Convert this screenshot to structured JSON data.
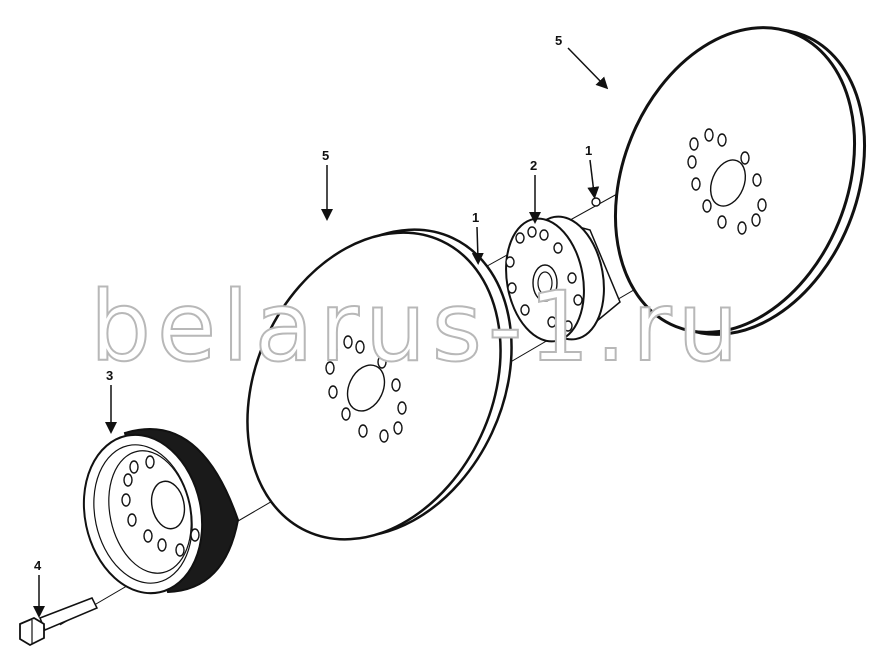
{
  "watermark": "belarus-1.ru",
  "callouts": [
    {
      "id": "callout-5-right",
      "label": "5"
    },
    {
      "id": "callout-1-right",
      "label": "1"
    },
    {
      "id": "callout-2",
      "label": "2"
    },
    {
      "id": "callout-1-left",
      "label": "1"
    },
    {
      "id": "callout-5-left",
      "label": "5"
    },
    {
      "id": "callout-3",
      "label": "3"
    },
    {
      "id": "callout-4",
      "label": "4"
    }
  ],
  "colors": {
    "line": "#111111",
    "watermark_stroke": "#b8b8b8",
    "background": "#ffffff"
  }
}
